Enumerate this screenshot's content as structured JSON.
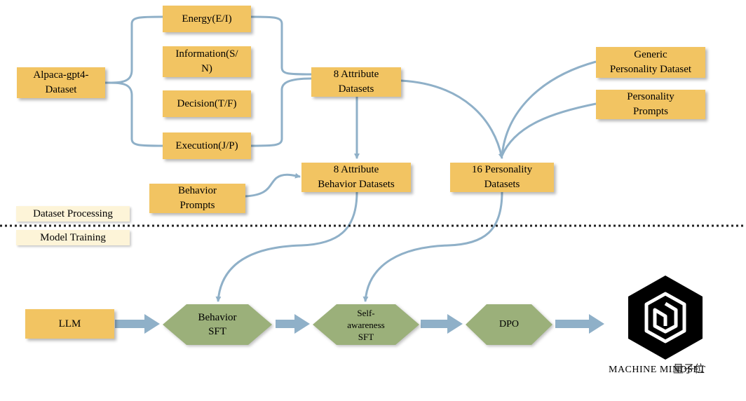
{
  "colors": {
    "box_fill": "#f2c462",
    "diamond_fill": "#9bb07a",
    "arrow": "#8fb0c8",
    "tag_fill": "#fdf4d8",
    "divider": "#222222"
  },
  "nodes": {
    "alpaca": "Alpaca-gpt4-\nDataset",
    "energy": "Energy(E/I)",
    "information": "Information(S/\nN)",
    "decision": "Decision(T/F)",
    "execution": "Execution(J/P)",
    "attr8": "8 Attribute\nDatasets",
    "generic": "Generic\nPersonality Dataset",
    "persona_prompts": "Personality\nPrompts",
    "behavior_prompts": "Behavior\nPrompts",
    "attr8_behavior": "8 Attribute\nBehavior Datasets",
    "p16": "16 Personality\nDatasets",
    "llm": "LLM"
  },
  "stages": {
    "behavior_sft": "Behavior\nSFT",
    "self_sft": "Self-\nawareness\nSFT",
    "dpo": "DPO"
  },
  "sections": {
    "processing": "Dataset Processing",
    "training": "Model Training"
  },
  "logo": {
    "icon": "machine-mindset-hexagon-icon",
    "text": "MACHINE MINDSET"
  },
  "watermark": "量子位"
}
